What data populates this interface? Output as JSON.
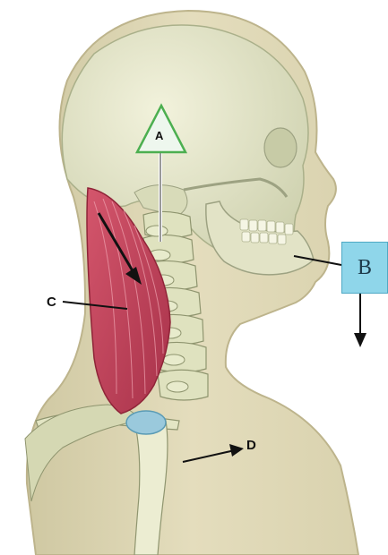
{
  "labels": {
    "a": "A",
    "b": "B",
    "c": "C",
    "d": "D"
  },
  "colors": {
    "skin": "#ddd6b2",
    "skin_shadow": "#c9c19a",
    "bone": "#e6e6c8",
    "bone_shadow": "#b7bd95",
    "muscle": "#c2415a",
    "muscle_dark": "#9a2a3e",
    "marker_triangle": "#eef7ee",
    "marker_triangle_border": "#4caf50",
    "marker_box": "#8fd6ea",
    "joint": "#9ac9dc",
    "line": "#111111"
  }
}
